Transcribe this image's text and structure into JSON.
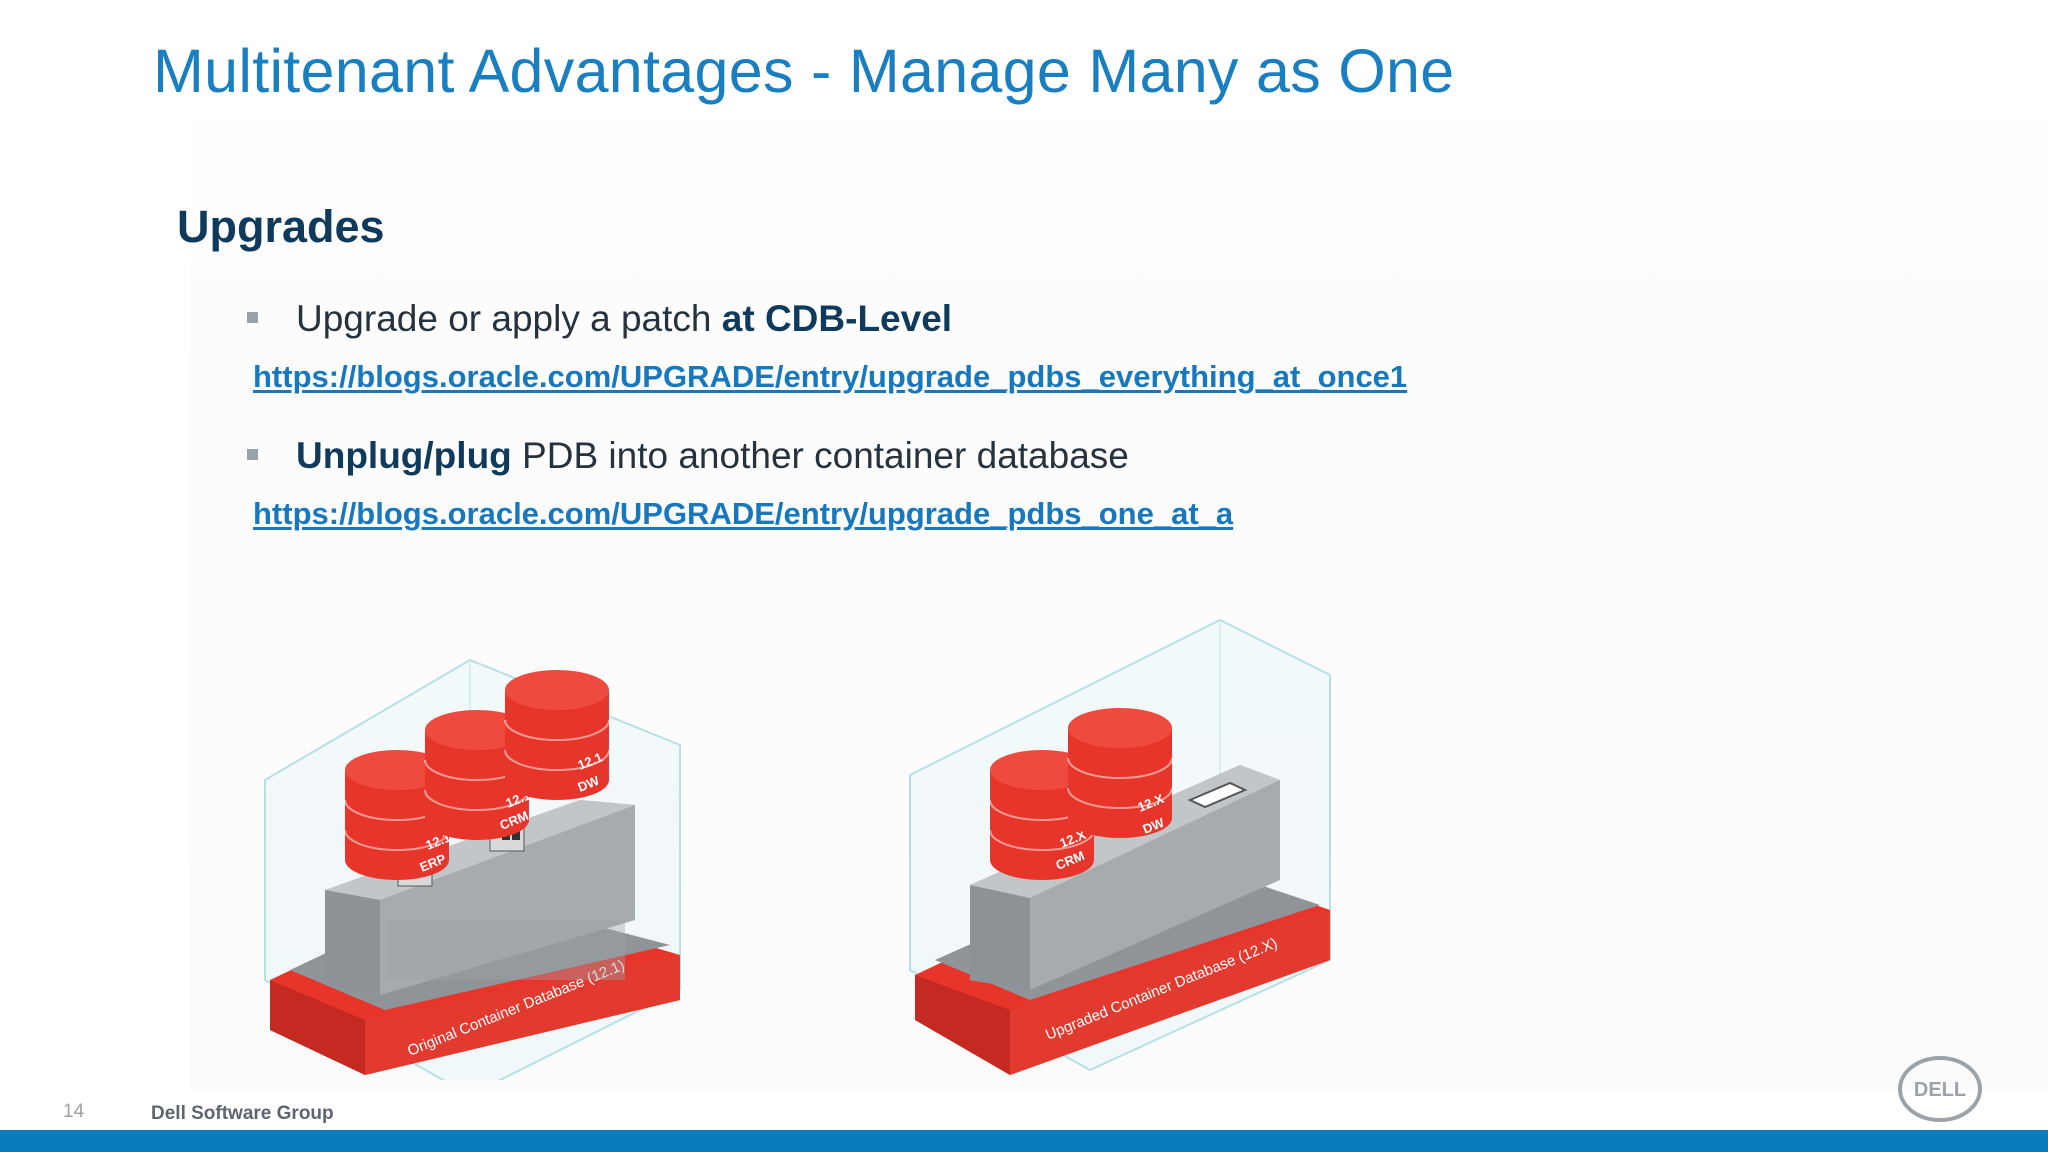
{
  "slide": {
    "title": "Multitenant Advantages - Manage Many as One",
    "section_heading": "Upgrades",
    "bullets": [
      {
        "text_pre": "Upgrade or apply a patch ",
        "text_bold": "at CDB-Level",
        "text_post": "",
        "link": "https://blogs.oracle.com/UPGRADE/entry/upgrade_pdbs_everything_at_once1"
      },
      {
        "text_pre": "",
        "text_bold": "Unplug/plug",
        "text_post": " PDB into another container database",
        "link": "https://blogs.oracle.com/UPGRADE/entry/upgrade_pdbs_one_at_a"
      }
    ]
  },
  "diagrams": {
    "original": {
      "base_label": "Original Container Database (12.1)",
      "databases": [
        {
          "version": "12.1",
          "name": "ERP"
        },
        {
          "version": "12.1",
          "name": "CRM"
        },
        {
          "version": "12.1",
          "name": "DW"
        }
      ]
    },
    "upgraded": {
      "base_label": "Upgraded Container Database (12.X)",
      "databases": [
        {
          "version": "12.X",
          "name": "CRM"
        },
        {
          "version": "12.X",
          "name": "DW"
        }
      ]
    }
  },
  "footer": {
    "page_number": "14",
    "company": "Dell Software Group",
    "logo_text": "DELL"
  },
  "colors": {
    "title_blue": "#1a7fc1",
    "heading_navy": "#0f3a5c",
    "link_blue": "#1778be",
    "db_red": "#e8352b",
    "base_gray": "#a7abae",
    "footer_bar": "#0a7bbd"
  }
}
